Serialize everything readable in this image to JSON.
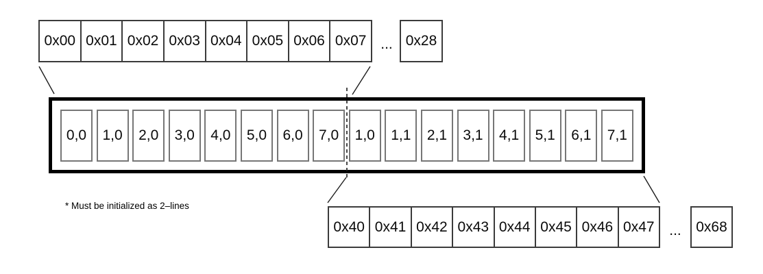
{
  "top_row": {
    "cells": [
      "0x00",
      "0x01",
      "0x02",
      "0x03",
      "0x04",
      "0x05",
      "0x06",
      "0x07"
    ],
    "ellipsis": "...",
    "detached_cell": "0x28"
  },
  "buffer": {
    "cells": [
      "0,0",
      "1,0",
      "2,0",
      "3,0",
      "4,0",
      "5,0",
      "6,0",
      "7,0",
      "1,0",
      "1,1",
      "2,1",
      "3,1",
      "4,1",
      "5,1",
      "6,1",
      "7,1"
    ]
  },
  "bottom_row": {
    "cells": [
      "0x40",
      "0x41",
      "0x42",
      "0x43",
      "0x44",
      "0x45",
      "0x46",
      "0x47"
    ],
    "ellipsis": "...",
    "detached_cell": "0x68"
  },
  "footnote": "* Must be initialized as 2–lines",
  "colors": {
    "strip_border": "#3b3b3b",
    "buffer_border": "#000000",
    "inner_cell_border": "#767676",
    "line": "#1c1c1c",
    "background": "#ffffff"
  }
}
